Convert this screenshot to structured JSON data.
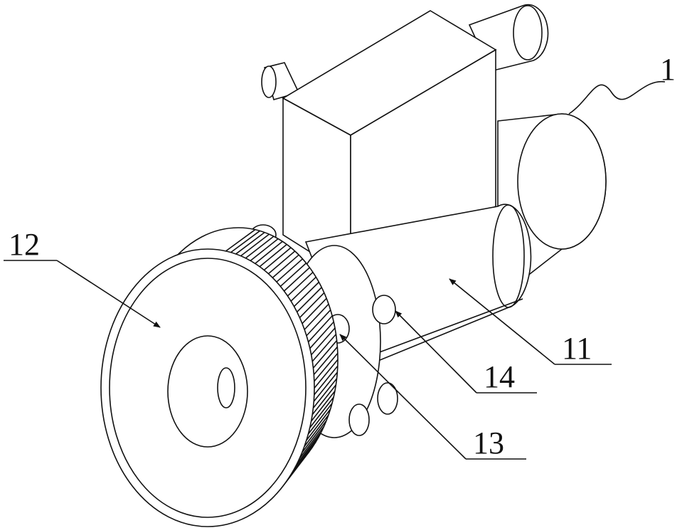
{
  "labels": {
    "assembly": "1",
    "housing": "11",
    "pulley": "12",
    "bolt": "13",
    "nut": "14"
  },
  "colors": {
    "line": "#111111",
    "background": "#ffffff"
  }
}
